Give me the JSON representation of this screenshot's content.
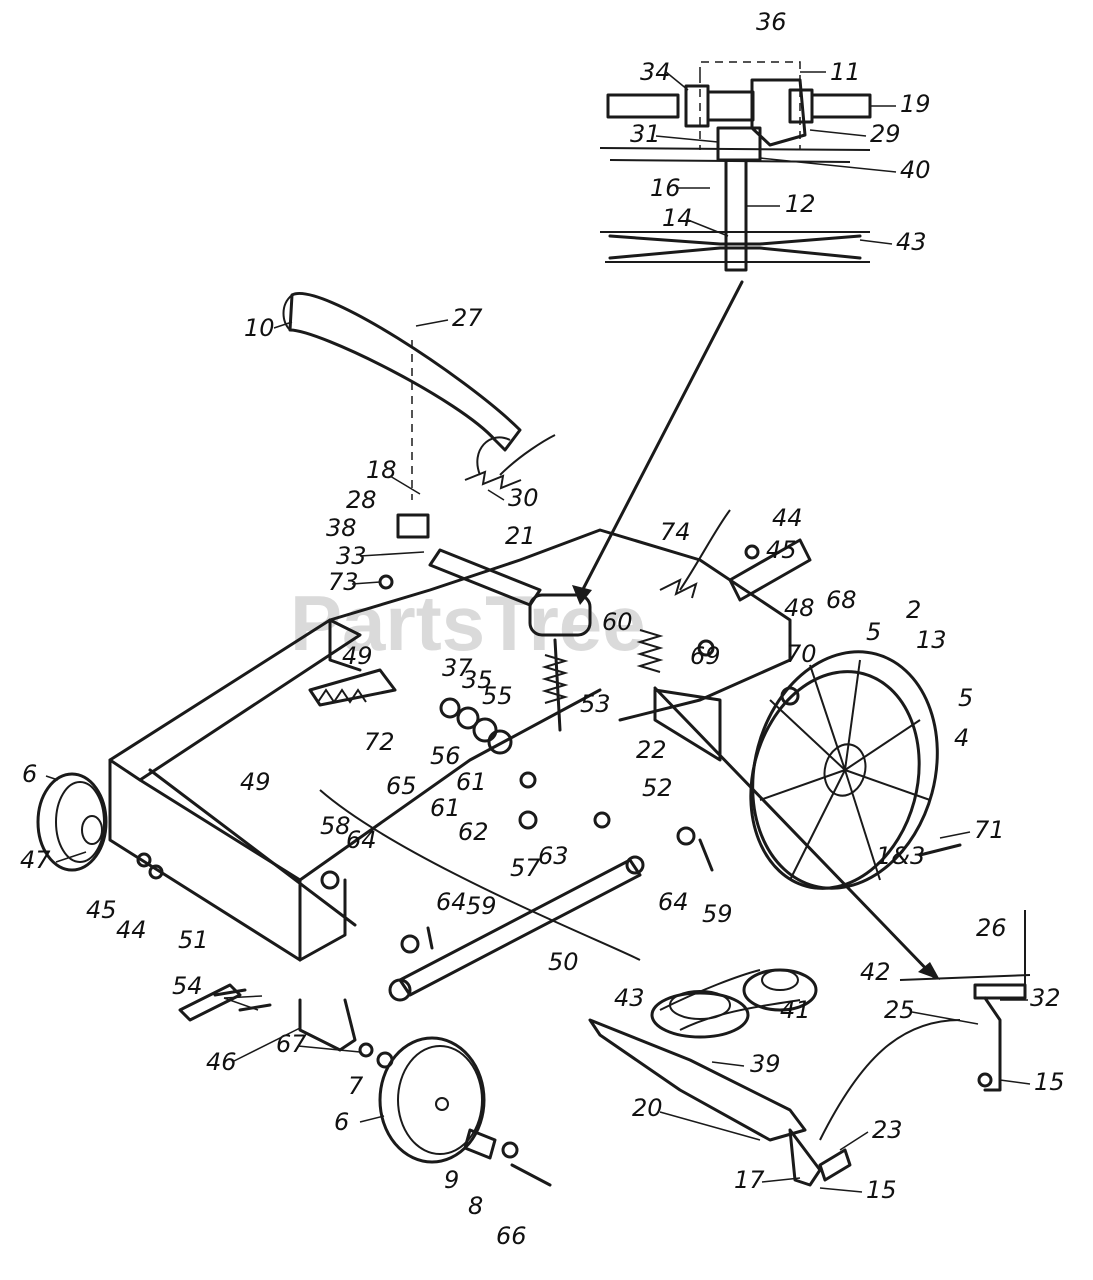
{
  "watermark": "PartsTree",
  "callouts": [
    {
      "id": "c36",
      "text": "36"
    },
    {
      "id": "c34",
      "text": "34"
    },
    {
      "id": "c11",
      "text": "11"
    },
    {
      "id": "c19",
      "text": "19"
    },
    {
      "id": "c31",
      "text": "31"
    },
    {
      "id": "c29",
      "text": "29"
    },
    {
      "id": "c40",
      "text": "40"
    },
    {
      "id": "c16",
      "text": "16"
    },
    {
      "id": "c12",
      "text": "12"
    },
    {
      "id": "c14",
      "text": "14"
    },
    {
      "id": "c43a",
      "text": "43"
    },
    {
      "id": "c10",
      "text": "10"
    },
    {
      "id": "c27",
      "text": "27"
    },
    {
      "id": "c18",
      "text": "18"
    },
    {
      "id": "c30",
      "text": "30"
    },
    {
      "id": "c28",
      "text": "28"
    },
    {
      "id": "c38",
      "text": "38"
    },
    {
      "id": "c33",
      "text": "33"
    },
    {
      "id": "c21",
      "text": "21"
    },
    {
      "id": "c73",
      "text": "73"
    },
    {
      "id": "c74",
      "text": "74"
    },
    {
      "id": "c44a",
      "text": "44"
    },
    {
      "id": "c45a",
      "text": "45"
    },
    {
      "id": "c60",
      "text": "60"
    },
    {
      "id": "c48",
      "text": "48"
    },
    {
      "id": "c68",
      "text": "68"
    },
    {
      "id": "c5a",
      "text": "5"
    },
    {
      "id": "c2",
      "text": "2"
    },
    {
      "id": "c13",
      "text": "13"
    },
    {
      "id": "c69",
      "text": "69"
    },
    {
      "id": "c70",
      "text": "70"
    },
    {
      "id": "c49a",
      "text": "49"
    },
    {
      "id": "c37",
      "text": "37"
    },
    {
      "id": "c35",
      "text": "35"
    },
    {
      "id": "c55",
      "text": "55"
    },
    {
      "id": "c53",
      "text": "53"
    },
    {
      "id": "c5b",
      "text": "5"
    },
    {
      "id": "c4",
      "text": "4"
    },
    {
      "id": "c72",
      "text": "72"
    },
    {
      "id": "c56",
      "text": "56"
    },
    {
      "id": "c22",
      "text": "22"
    },
    {
      "id": "c65",
      "text": "65"
    },
    {
      "id": "c61a",
      "text": "61"
    },
    {
      "id": "c52",
      "text": "52"
    },
    {
      "id": "c6a",
      "text": "6"
    },
    {
      "id": "c49b",
      "text": "49"
    },
    {
      "id": "c61b",
      "text": "61"
    },
    {
      "id": "c62",
      "text": "62"
    },
    {
      "id": "c58",
      "text": "58"
    },
    {
      "id": "c64a",
      "text": "64"
    },
    {
      "id": "c57",
      "text": "57"
    },
    {
      "id": "c63",
      "text": "63"
    },
    {
      "id": "c71",
      "text": "71"
    },
    {
      "id": "c47",
      "text": "47"
    },
    {
      "id": "c13b",
      "text": "1&3"
    },
    {
      "id": "c45b",
      "text": "45"
    },
    {
      "id": "c44b",
      "text": "44"
    },
    {
      "id": "c64b",
      "text": "64"
    },
    {
      "id": "c59a",
      "text": "59"
    },
    {
      "id": "c51",
      "text": "51"
    },
    {
      "id": "c64c",
      "text": "64"
    },
    {
      "id": "c59b",
      "text": "59"
    },
    {
      "id": "c50",
      "text": "50"
    },
    {
      "id": "c26",
      "text": "26"
    },
    {
      "id": "c42",
      "text": "42"
    },
    {
      "id": "c54",
      "text": "54"
    },
    {
      "id": "c43b",
      "text": "43"
    },
    {
      "id": "c25",
      "text": "25"
    },
    {
      "id": "c32",
      "text": "32"
    },
    {
      "id": "c41",
      "text": "41"
    },
    {
      "id": "c46",
      "text": "46"
    },
    {
      "id": "c67",
      "text": "67"
    },
    {
      "id": "c39",
      "text": "39"
    },
    {
      "id": "c7",
      "text": "7"
    },
    {
      "id": "c15a",
      "text": "15"
    },
    {
      "id": "c20",
      "text": "20"
    },
    {
      "id": "c6b",
      "text": "6"
    },
    {
      "id": "c23",
      "text": "23"
    },
    {
      "id": "c9",
      "text": "9"
    },
    {
      "id": "c17",
      "text": "17"
    },
    {
      "id": "c15b",
      "text": "15"
    },
    {
      "id": "c8",
      "text": "8"
    },
    {
      "id": "c66",
      "text": "66"
    }
  ]
}
